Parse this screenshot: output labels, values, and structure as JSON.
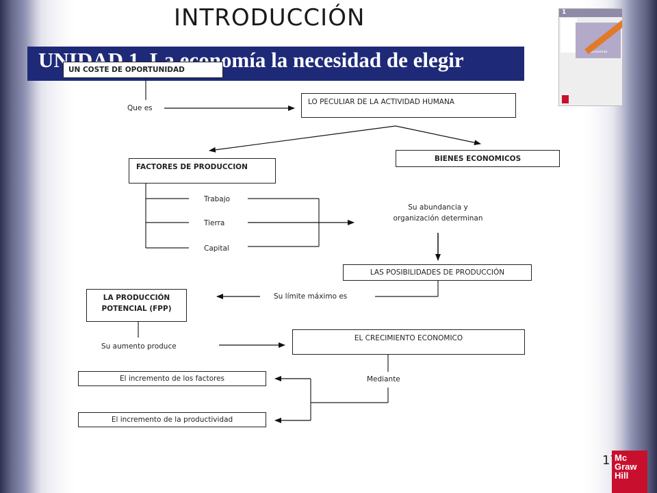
{
  "slide": {
    "title": "INTRODUCCIÓN",
    "banner": "UNIDAD 1. La economía la necesidad de elegir",
    "page_number": "17"
  },
  "diagram": {
    "box_top": "UN COSTE DE OPORTUNIDAD",
    "label_que_es": "Que es",
    "box_peculiar": "LO PECULIAR DE LA ACTIVIDAD HUMANA",
    "box_factores": "FACTORES DE PRODUCCION",
    "box_bienes": "BIENES ECONOMICOS",
    "factor_trabajo": "Trabajo",
    "factor_tierra": "Tierra",
    "factor_capital": "Capital",
    "label_abundancia_1": "Su abundancia y",
    "label_abundancia_2": "organización determinan",
    "box_posibilidades": "LAS POSIBILIDADES DE PRODUCCIÓN",
    "label_limite": "Su límite máximo es",
    "box_fpp_1": "LA PRODUCCIÓN",
    "box_fpp_2": "POTENCIAL (FPP)",
    "label_aumento": "Su aumento produce",
    "box_crecimiento": "EL CRECIMIENTO ECONOMICO",
    "label_mediante": "Mediante",
    "box_incremento_factores": "El incremento  de los factores",
    "box_incremento_productividad": "El incremento  de la productividad"
  },
  "book_cover": {
    "number": "1",
    "word": "economía"
  },
  "publisher_logo": {
    "line1": "Mc",
    "line2": "Graw",
    "line3": "Hill"
  },
  "colors": {
    "banner": "#1e2a78",
    "logo": "#c8102e"
  }
}
